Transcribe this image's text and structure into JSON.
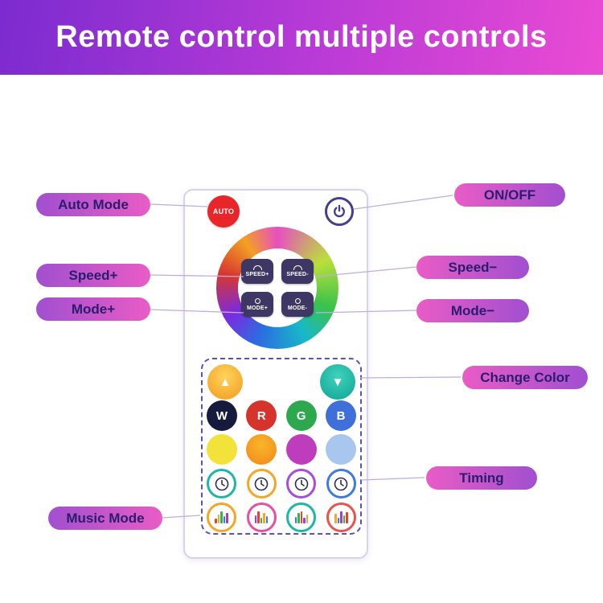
{
  "banner": {
    "title": "Remote control multiple controls"
  },
  "callouts": {
    "auto_mode": "Auto Mode",
    "on_off": "ON/OFF",
    "speed_plus": "Speed+",
    "speed_minus": "Speed−",
    "mode_plus": "Mode+",
    "mode_minus": "Mode−",
    "change_color": "Change Color",
    "timing": "Timing",
    "music_mode": "Music Mode"
  },
  "remote": {
    "auto_label": "AUTO",
    "wheel": {
      "speed_plus": "SPEED+",
      "speed_minus": "SPEED-",
      "mode_plus": "MODE+",
      "mode_minus": "MODE-"
    },
    "arrows": {
      "up": "▲",
      "down": "▼"
    },
    "keys": {
      "w": "W",
      "r": "R",
      "g": "G",
      "b": "B"
    }
  },
  "colors": {
    "banner_gradient": [
      "#7b2bd0",
      "#ea4bd4"
    ],
    "pill_gradient": [
      "#a14fd0",
      "#e95cc6"
    ],
    "auto_button": "#e8262a",
    "power_ring": "#463e8e",
    "key_colors": {
      "w": "#161a3c",
      "r": "#d6332c",
      "g": "#2ea84f",
      "b": "#3f6fd8"
    },
    "solid_color_row": [
      "#f3e23a",
      "#f1871a",
      "#bd3dbd",
      "#a9c6ee"
    ],
    "timer_rings": [
      "#1db8a5",
      "#f5a623",
      "#a64ddb",
      "#3f7ae0"
    ],
    "music_rings": [
      "#f5a623",
      "#e84fa0",
      "#1db8a5",
      "#e8534f"
    ]
  }
}
